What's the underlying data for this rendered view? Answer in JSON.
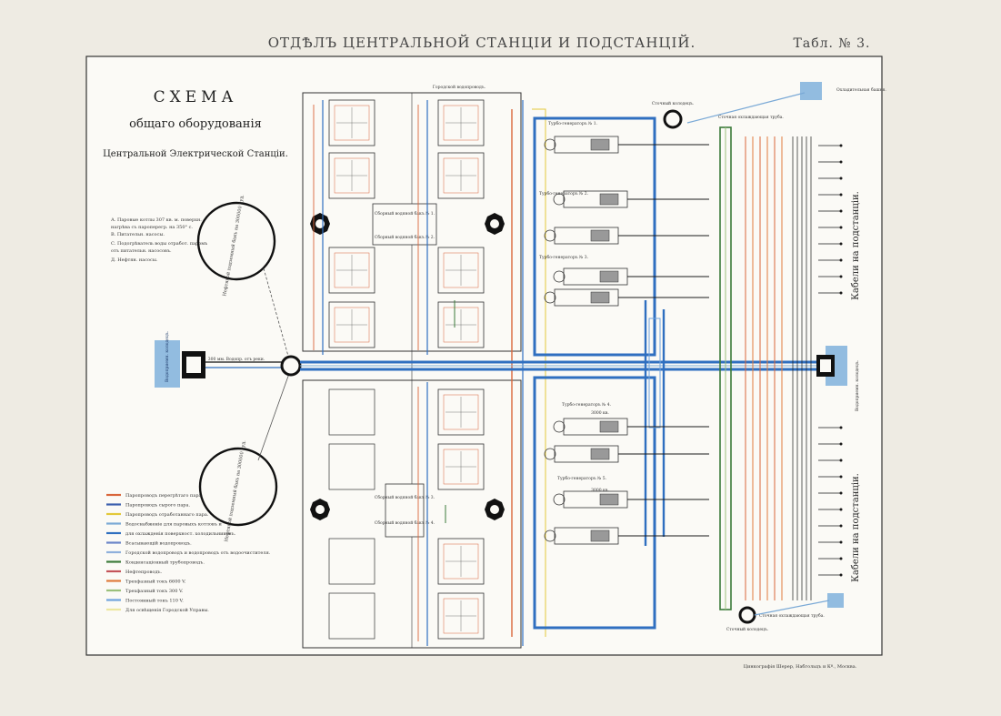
{
  "header": {
    "title": "ОТДѢЛЪ ЦЕНТРАЛЬНОЙ СТАНЦІИ И ПОДСТАНЦІЙ.",
    "table": "Табл. № 3."
  },
  "scheme": {
    "title_1": "СХЕМА",
    "title_2": "общаго оборудованія",
    "title_3": "Центральной Электрической Станціи."
  },
  "legend_abc": [
    "А. Паровые котлы 307 кв. м. поверхн.",
    "нагрѣва съ пароперегр. на 350° с.",
    "В. Питательн. насосы.",
    "С. Подогрѣватель воды отработ. паромъ",
    "отъ питательн. насосовъ.",
    "Д. Нефтян. насосы."
  ],
  "legend_lines": [
    {
      "label": "Паропроводъ перегрѣтаго пара.",
      "color": "#d9653a"
    },
    {
      "label": "Паропроводъ сырого пара.",
      "color": "#3c5fae"
    },
    {
      "label": "Паропроводъ отработаннаго пара.",
      "color": "#e3c83a"
    },
    {
      "label": "Водоснабженіе для паровыхъ котловъ и",
      "color": "#7aa9d6"
    },
    {
      "label": "для охлажденія поверхност. холодильниковъ.",
      "color": "#2f6fc0"
    },
    {
      "label": "Всасывающій водопроводъ.",
      "color": "#6a84c8"
    },
    {
      "label": "Городской водопроводъ и водопроводъ отъ водоочистителя.",
      "color": "#8fb0dc"
    },
    {
      "label": "Конденсаціонный трубопроводъ.",
      "color": "#3b7a3a"
    },
    {
      "label": "Нефтепроводъ.",
      "color": "#c4545a"
    },
    {
      "label": "Трехфазный токъ 6600 V.",
      "color": "#e07a3c"
    },
    {
      "label": "Трехфазный токъ 300 V.",
      "color": "#9bc07a"
    },
    {
      "label": "Постоянный токъ 110 V.",
      "color": "#6fa3dd"
    },
    {
      "label": "Для освѣщенія Городской Управы.",
      "color": "#ece7a0"
    }
  ],
  "labels": {
    "city_water_top": "Городской водопроводъ.",
    "cooling_tower": "Охладительная башня.",
    "sump_top": "Сточный колодецъ.",
    "sump_bottom": "Сточный колодецъ.",
    "cooling_pipe_top": "Сточная охлаждающая труба.",
    "cooling_pipe_bottom": "Сточная охлаждающая труба.",
    "tg1": "Турбо-генераторъ № 1.",
    "tg2": "Турбо-генераторъ № 2.",
    "tg3": "Турбо-генераторъ № 3.",
    "tg4": "Турбо-генераторъ № 4.",
    "tg5": "Турбо-генераторъ № 5.",
    "kw_3000": "3000 кв.",
    "kw_3000b": "3000 кв.",
    "collector_1": "Сборный водяной бакъ № 1.",
    "collector_2": "Сборный водяной бакъ № 2.",
    "collector_3": "Сборный водяной бакъ № 3.",
    "collector_4": "Сборный водяной бакъ № 4.",
    "reservoir_1": "Нефтяной подземный бакъ на 300000 пуд.",
    "reservoir_2": "Нефтяной подземный бакъ на 300000 пуд.",
    "river_left": "Водоприемн. колодецъ.",
    "river_right": "Водоприемн. колодецъ.",
    "cables_top": "Кабели на подстанціи.",
    "cables_bottom": "Кабели на подстанціи.",
    "main_pipe": "300 мм. Водопр. отъ реки.",
    "printer": "Цинкографія Шерер, Набгольцъ и Кº., Москва."
  },
  "colors": {
    "paper": "#fbfaf6",
    "blue_main": "#2f6fc0",
    "orange": "#d9653a",
    "green": "#3b7a3a",
    "black": "#1a1a1a"
  }
}
